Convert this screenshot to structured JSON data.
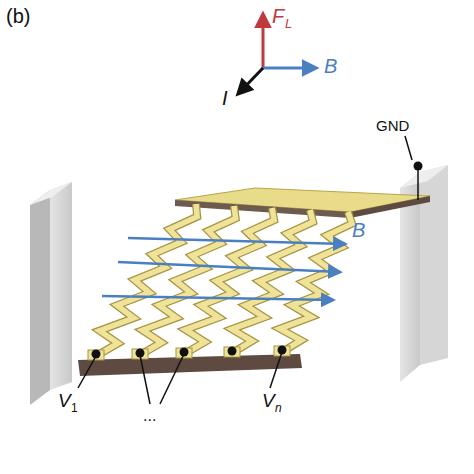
{
  "diagram": {
    "labels": [
      "(b)",
      "F",
      "L",
      "B",
      "I",
      "GND",
      "B",
      "V",
      "1",
      "...",
      "V",
      "n"
    ]
  }
}
